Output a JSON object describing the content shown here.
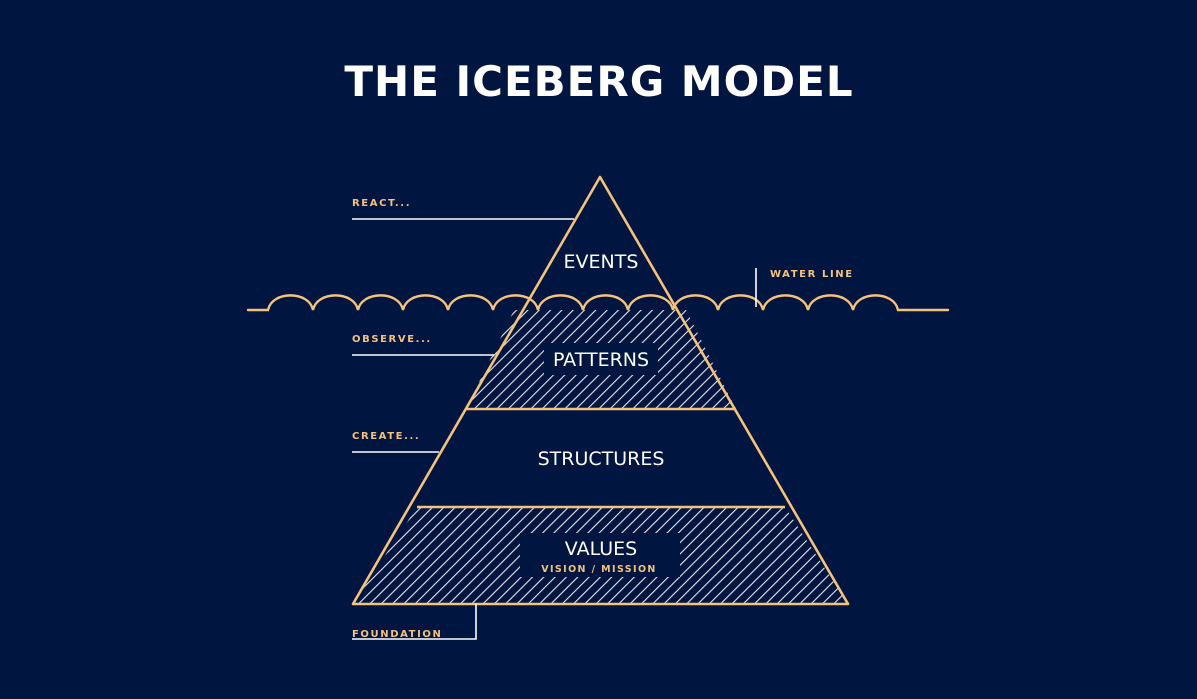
{
  "title": "THE ICEBERG MODEL",
  "side_labels": {
    "react": "REACT...",
    "observe": "OBSERVE...",
    "create": "CREATE...",
    "foundation": "FOUNDATION",
    "water_line": "WATER LINE"
  },
  "layers": {
    "events": "EVENTS",
    "patterns": "PATTERNS",
    "structures": "STRUCTURES",
    "values": "VALUES",
    "values_sub": "VISION / MISSION"
  },
  "colors": {
    "background": "#001540",
    "accent": "#f4c27a",
    "text": "#ffffff"
  }
}
